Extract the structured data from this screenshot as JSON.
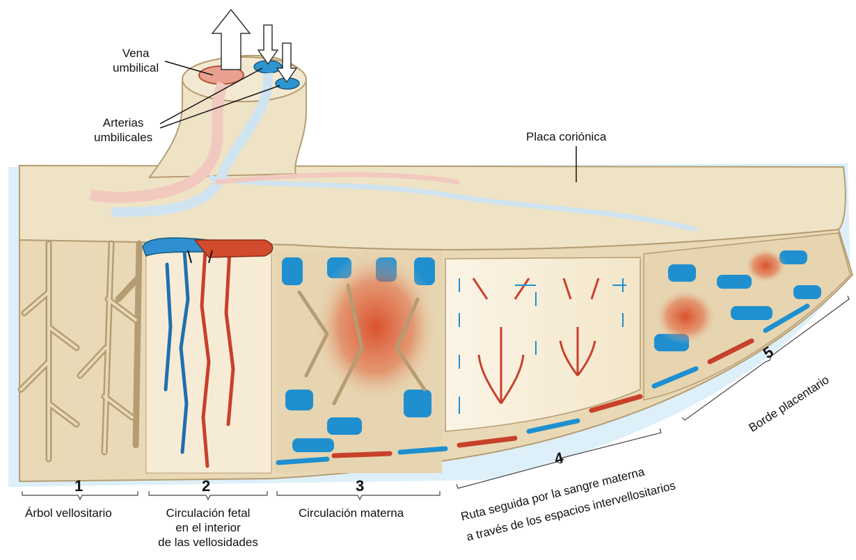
{
  "labels": {
    "vena_umbilical": [
      "Vena",
      "umbilical"
    ],
    "arterias_umbilicales": [
      "Arterias",
      "umbilicales"
    ],
    "placa_corionica": "Placa coriónica"
  },
  "sections": [
    {
      "number": "1",
      "caption": [
        "Árbol vellositario"
      ]
    },
    {
      "number": "2",
      "caption": [
        "Circulación fetal",
        "en el interior",
        "de las vellosidades"
      ]
    },
    {
      "number": "3",
      "caption": [
        "Circulación materna"
      ]
    },
    {
      "number": "4",
      "caption": [
        "Ruta seguida por la sangre materna",
        "a través de los espacios intervellositarios"
      ]
    },
    {
      "number": "5",
      "caption": [
        "Borde placentario"
      ]
    }
  ],
  "colors": {
    "tissue": "#e8d8b4",
    "tissue_dark": "#b59c72",
    "maternal_blood_red": "#d14a2a",
    "fetal_vein_blue": "#1f8fd0",
    "pale_blue": "#cfe3f1",
    "pale_red": "#f2c9bf",
    "halo": "#cfe9f5"
  }
}
